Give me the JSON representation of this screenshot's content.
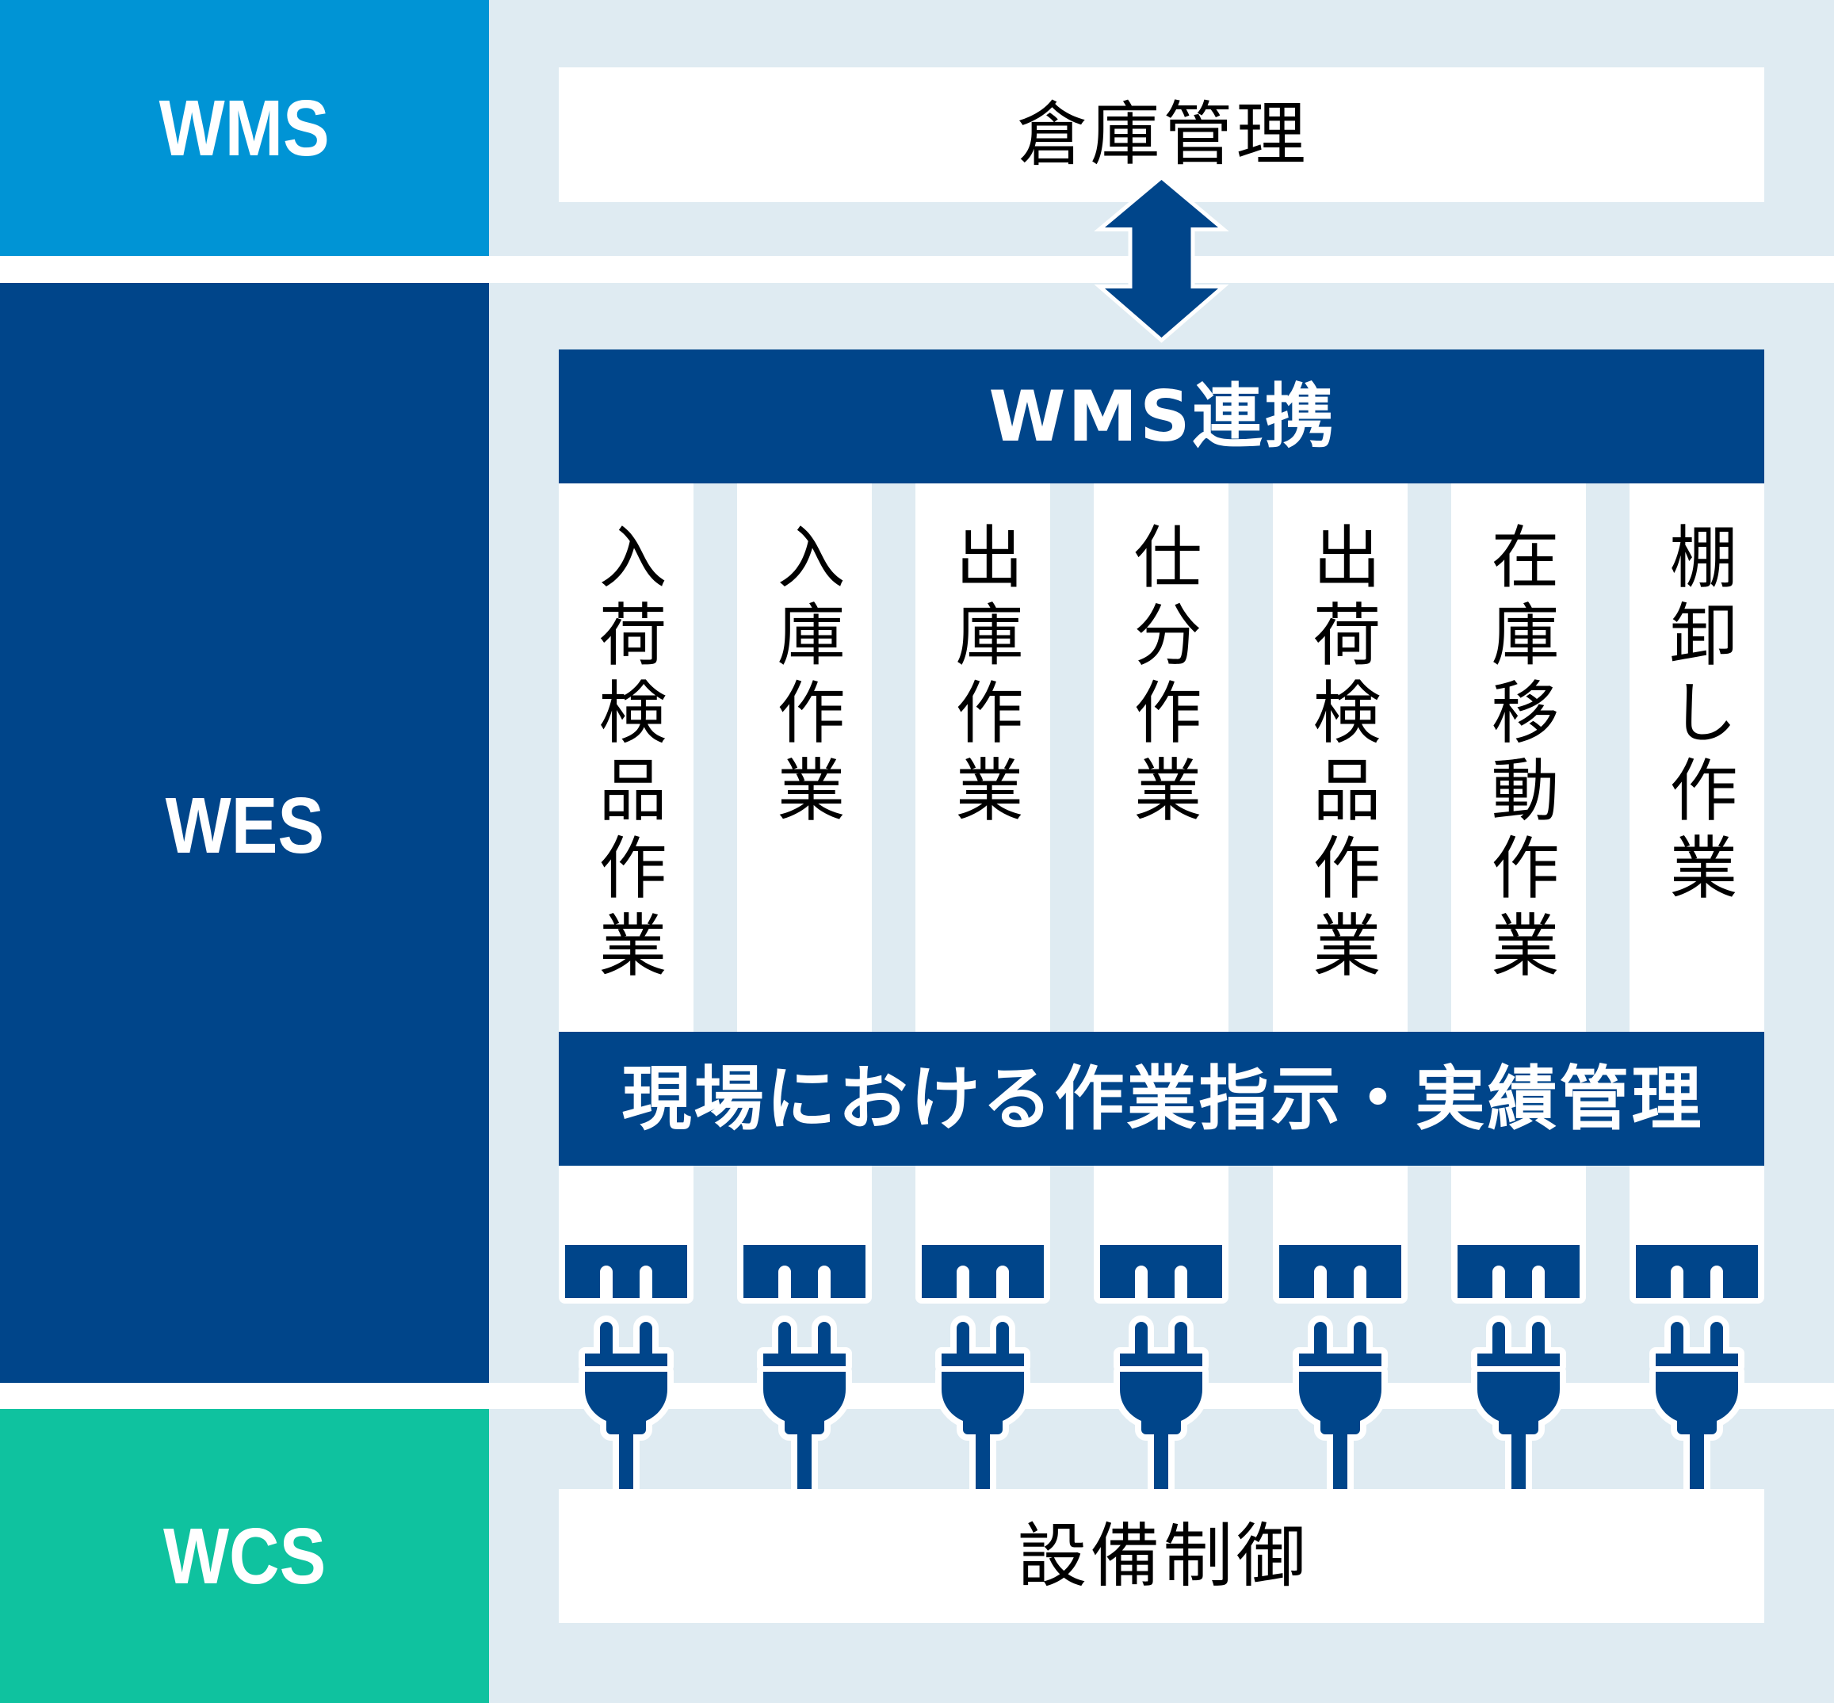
{
  "colors": {
    "wms": "#0094D5",
    "wes": "#00458A",
    "wcs": "#0FC29F",
    "background": "#DFEBF2",
    "text": "#000000"
  },
  "layers": {
    "wms": {
      "label": "WMS"
    },
    "wes": {
      "label": "WES"
    },
    "wcs": {
      "label": "WCS"
    }
  },
  "wms_box": {
    "label": "倉庫管理"
  },
  "connector": {
    "icon": "double-arrow-vertical-icon"
  },
  "wes": {
    "header": "WMS連携",
    "tasks": [
      {
        "label": "入荷検品作業"
      },
      {
        "label": "入庫作業"
      },
      {
        "label": "出庫作業"
      },
      {
        "label": "仕分作業"
      },
      {
        "label": "出荷検品作業"
      },
      {
        "label": "在庫移動作業"
      },
      {
        "label": "棚卸し作業"
      }
    ],
    "footer": "現場における作業指示・実績管理",
    "icons": {
      "socket": "socket-icon",
      "plug": "plug-icon"
    }
  },
  "wcs_box": {
    "label": "設備制御"
  }
}
